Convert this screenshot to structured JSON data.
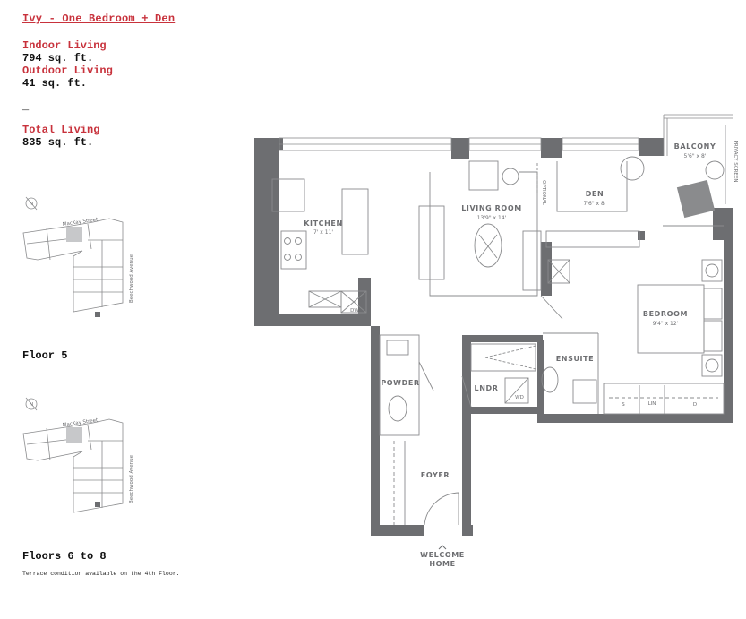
{
  "header": {
    "title": "Ivy - One Bedroom + Den",
    "indoor_label": "Indoor Living",
    "indoor_value": "794 sq. ft.",
    "outdoor_label": "Outdoor Living",
    "outdoor_value": "41 sq. ft.",
    "separator": "_",
    "total_label": "Total Living",
    "total_value": "835 sq. ft."
  },
  "key_plans": [
    {
      "label": "Floor 5",
      "street_top": "MacKay Street",
      "street_side": "Beechwood Avenue",
      "compass": "N"
    },
    {
      "label": "Floors 6 to 8",
      "street_top": "MacKay Street",
      "street_side": "Beechwood Avenue",
      "compass": "N"
    }
  ],
  "note": "Terrace condition available on the 4th Floor.",
  "rooms": {
    "kitchen": {
      "name": "KITCHEN",
      "dims": "7' x 11'"
    },
    "living": {
      "name": "LIVING ROOM",
      "dims": "13'9\" x 14'"
    },
    "den": {
      "name": "DEN",
      "dims": "7'6\" x 8'"
    },
    "balcony": {
      "name": "BALCONY",
      "dims": "5'6\" x 8'"
    },
    "bedroom": {
      "name": "BEDROOM",
      "dims": "9'4\" x 12'"
    },
    "ensuite": {
      "name": "ENSUITE"
    },
    "powder": {
      "name": "POWDER"
    },
    "laundry": {
      "name": "LNDR"
    },
    "foyer": {
      "name": "FOYER"
    }
  },
  "plan_labels": {
    "optional": "OPTIONAL",
    "privacy_screen": "PRIVACY SCREEN",
    "dw": "DW",
    "wd": "WD",
    "closet_s": "S",
    "closet_lin": "LIN",
    "closet_d": "D",
    "entry_line1": "WELCOME",
    "entry_line2": "HOME"
  },
  "colors": {
    "accent_red": "#c8323c",
    "wall_gray": "#6d6e71",
    "line_gray": "#8a8b8d"
  }
}
